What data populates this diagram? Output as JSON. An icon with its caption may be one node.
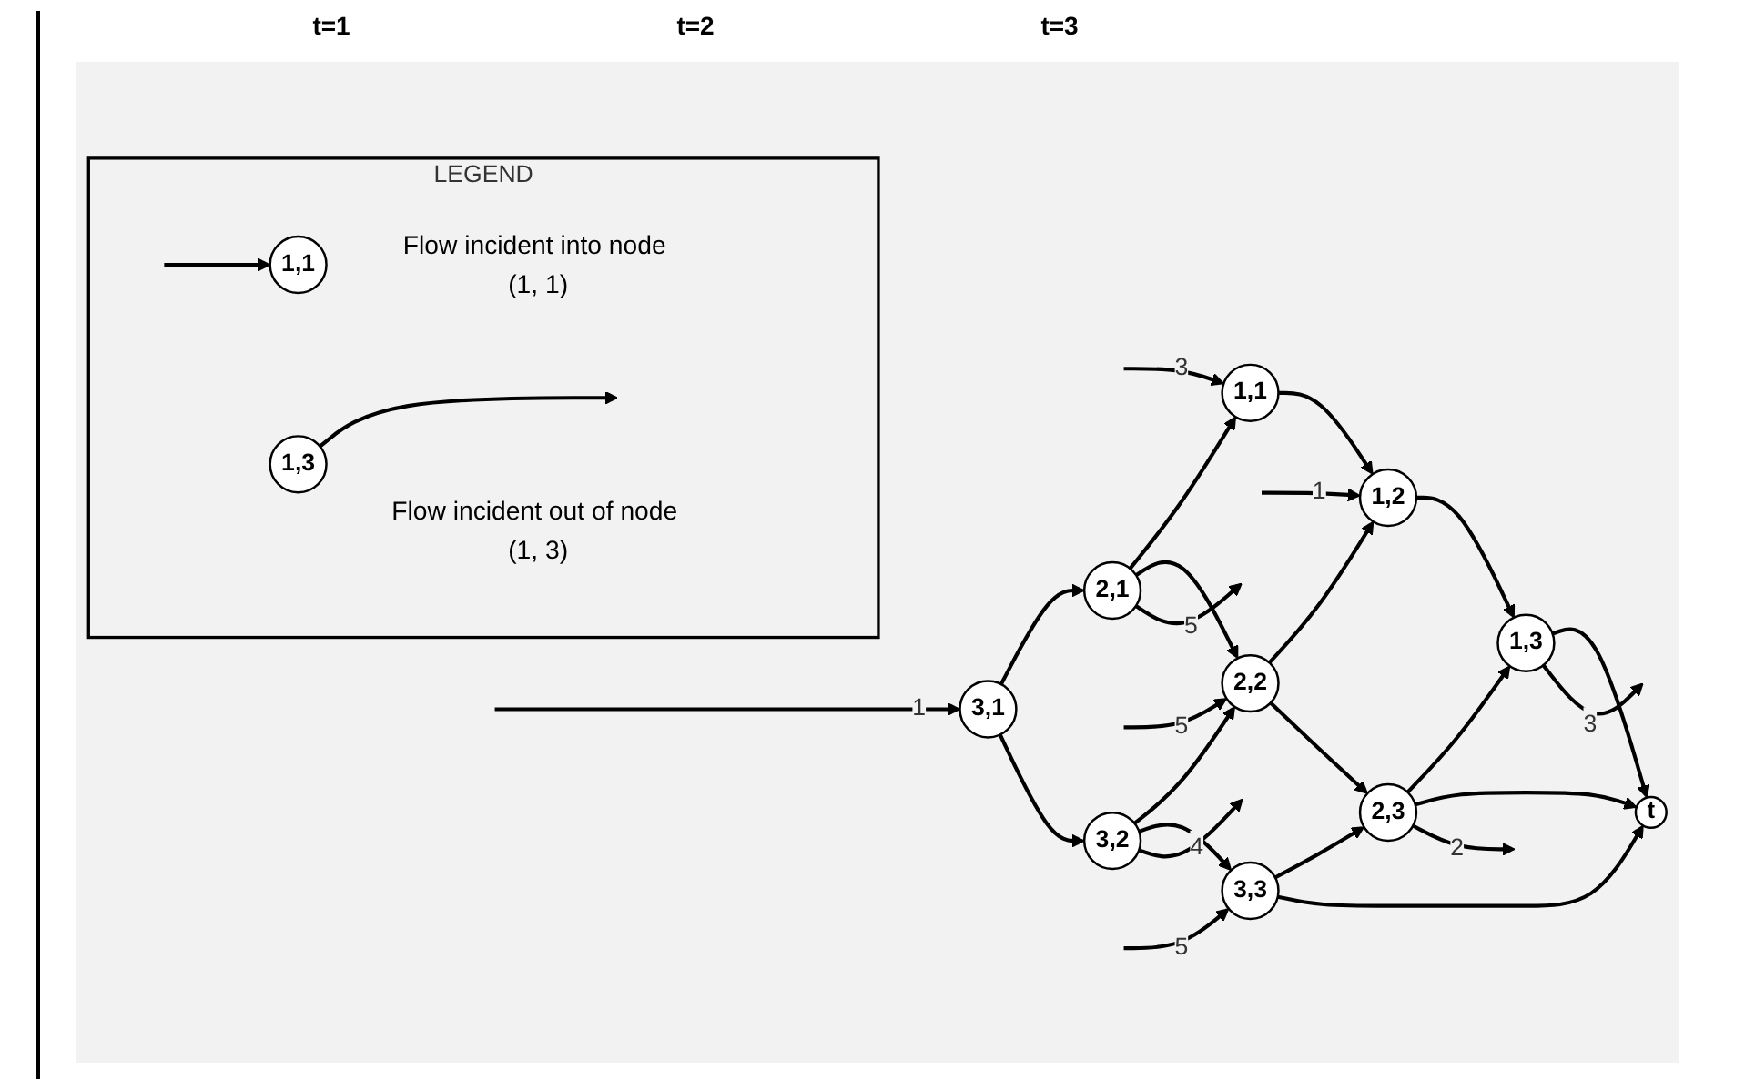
{
  "diagram": {
    "nodes": [
      {
        "text": [
          "1,1"
        ]
      },
      {
        "text": [
          "1,2"
        ]
      },
      {
        "text": [
          "1,3"
        ]
      },
      {
        "text": [
          "2,1"
        ]
      },
      {
        "text": [
          "2,2"
        ]
      },
      {
        "text": [
          "2,3"
        ]
      },
      {
        "text": [
          "t"
        ]
      },
      {
        "text": [
          "3,1"
        ]
      },
      {
        "text": [
          "3,2"
        ]
      },
      {
        "text": [
          "3,3"
        ]
      },
      {
        "text": [
          "LEGEND"
        ]
      },
      {
        "text": [
          "1,1"
        ],
        "in": 10,
        "beside": [
          "Flow incident into node (1, 1)"
        ]
      },
      {
        "text": [
          "1,3"
        ],
        "in": 10,
        "beside": [
          "Flow incident out of node (1, 3)"
        ]
      }
    ],
    "edges": [
      {
        "from": 0,
        "to": 1,
        "arrow": "to"
      },
      {
        "from": 1,
        "to": 2,
        "arrow": "to"
      },
      {
        "from": 2,
        "to": 6,
        "arrow": "to"
      },
      {
        "from": 3,
        "to": 0,
        "arrow": "to"
      },
      {
        "from": 3,
        "to": 4,
        "arrow": "to"
      },
      {
        "from": 4,
        "to": 1,
        "arrow": "to"
      },
      {
        "from": 4,
        "to": 5,
        "arrow": "to"
      },
      {
        "from": 5,
        "to": 2,
        "arrow": "to"
      },
      {
        "from": 5,
        "to": 6,
        "arrow": "to"
      },
      {
        "from": 7,
        "to": 3,
        "arrow": "to"
      },
      {
        "from": 7,
        "to": 8,
        "arrow": "to"
      },
      {
        "from": 8,
        "to": 4,
        "arrow": "to"
      },
      {
        "from": 8,
        "to": 9,
        "arrow": "to"
      },
      {
        "from": 9,
        "to": 5,
        "arrow": "to"
      },
      {
        "from": 9,
        "to": 6,
        "arrow": "to"
      },
      {
        "from": null,
        "to": 0,
        "arrow": "to",
        "label": "3"
      },
      {
        "from": null,
        "to": 1,
        "arrow": "to",
        "label": "1"
      },
      {
        "from": 2,
        "to": null,
        "arrow": "to",
        "label": "3"
      },
      {
        "from": 3,
        "to": null,
        "arrow": "to",
        "label": "5"
      },
      {
        "from": null,
        "to": 4,
        "arrow": "to",
        "label": "5"
      },
      {
        "from": 5,
        "to": null,
        "arrow": "to",
        "label": "2"
      },
      {
        "from": null,
        "to": 7,
        "arrow": "to",
        "label": "1"
      },
      {
        "from": 8,
        "to": null,
        "arrow": "to",
        "label": "4"
      },
      {
        "from": null,
        "to": 9,
        "arrow": "to",
        "label": "5"
      },
      {
        "from": null,
        "to": 11,
        "arrow": "to"
      },
      {
        "from": 12,
        "to": null,
        "arrow": "to"
      }
    ],
    "labels": [
      "t=1",
      "t=2",
      "t=3"
    ]
  }
}
